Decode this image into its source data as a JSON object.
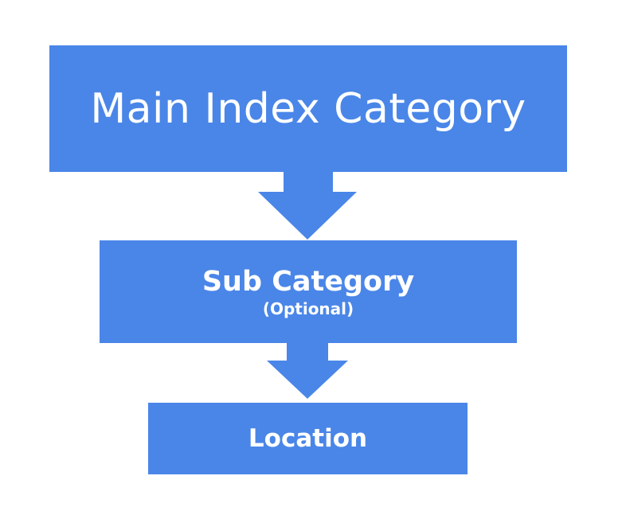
{
  "diagram": {
    "main_category": {
      "label": "Main Index Category"
    },
    "sub_category": {
      "label": "Sub Category",
      "note": "(Optional)"
    },
    "location": {
      "label": "Location"
    }
  },
  "colors": {
    "box_fill": "#4a86e8",
    "text": "#ffffff",
    "background": "#ffffff"
  }
}
